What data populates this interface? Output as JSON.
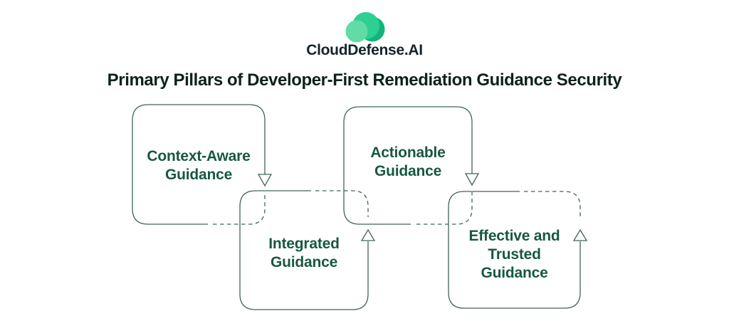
{
  "brand": {
    "name": "CloudDefense.AI"
  },
  "title": "Primary Pillars of Developer-First Remediation Guidance Security",
  "diagram": {
    "description": "Four overlapping rounded boxes linked by outlined arrows; hidden overlapped border segments drawn dashed",
    "boxes": [
      {
        "id": "context-aware-guidance",
        "lines": [
          "Context-Aware",
          "Guidance"
        ],
        "row": "top",
        "arrow": "down"
      },
      {
        "id": "actionable-guidance",
        "lines": [
          "Actionable",
          "Guidance"
        ],
        "row": "top",
        "arrow": "down"
      },
      {
        "id": "integrated-guidance",
        "lines": [
          "Integrated",
          "Guidance"
        ],
        "row": "bottom",
        "arrow": "up"
      },
      {
        "id": "effective-trusted-guidance",
        "lines": [
          "Effective and",
          "Trusted",
          "Guidance"
        ],
        "row": "bottom",
        "arrow": "up"
      }
    ]
  },
  "theme": {
    "background": "#ffffff",
    "box_stroke": "#41645a",
    "label_color": "#175840",
    "title_color": "#0e211c",
    "brand_text_color": "#15222b",
    "logo_back_circle": "#12b47c",
    "logo_main_circle": "#2dd092",
    "logo_front_circle": "#62dba6"
  }
}
